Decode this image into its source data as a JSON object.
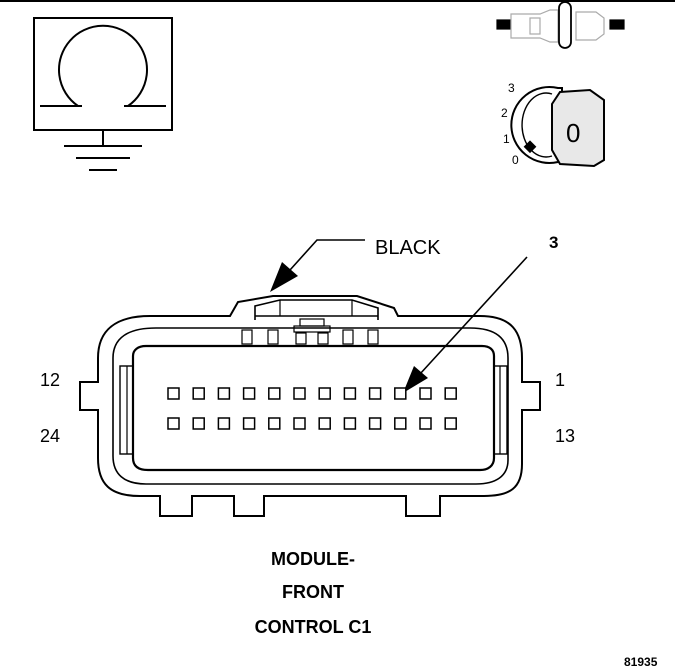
{
  "top_rule": true,
  "symbols": {
    "ohmmeter": "ohmmeter-ground-icon",
    "connector_probe": "probe-icon",
    "ignition_key": "ignition-key-icon"
  },
  "ignition": {
    "positions": [
      "3",
      "2",
      "1",
      "0"
    ],
    "key_label": "0"
  },
  "connector": {
    "color_label": "BLACK",
    "callout_pin": "3",
    "pin_labels": {
      "top_left": "12",
      "bottom_left": "24",
      "top_right": "1",
      "bottom_right": "13"
    },
    "pin_rows": 2,
    "pins_per_row": 12,
    "highlighted_pin": 3
  },
  "title": {
    "line1": "MODULE-",
    "line2": "FRONT",
    "line3": "CONTROL C1"
  },
  "figure_id": "81935",
  "colors": {
    "ink": "#000000",
    "paper": "#ffffff",
    "key_shade": "#e8e8e8"
  }
}
